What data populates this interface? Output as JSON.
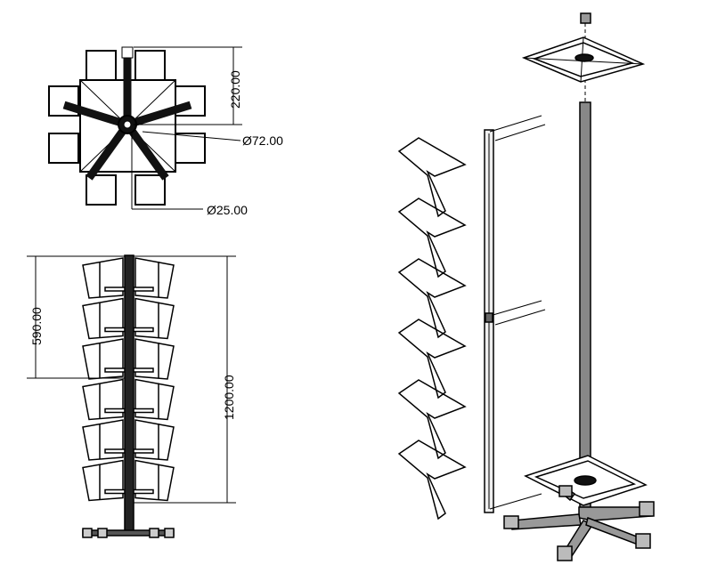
{
  "dimensions": {
    "top_offset": "220.00",
    "hub_diameter": "Ø72.00",
    "pole_diameter": "Ø25.00",
    "tier_height": "590.00",
    "total_height": "1200.00"
  },
  "colors": {
    "line": "#000000",
    "fill": "#808080",
    "fill_light": "#c8c8c8"
  }
}
